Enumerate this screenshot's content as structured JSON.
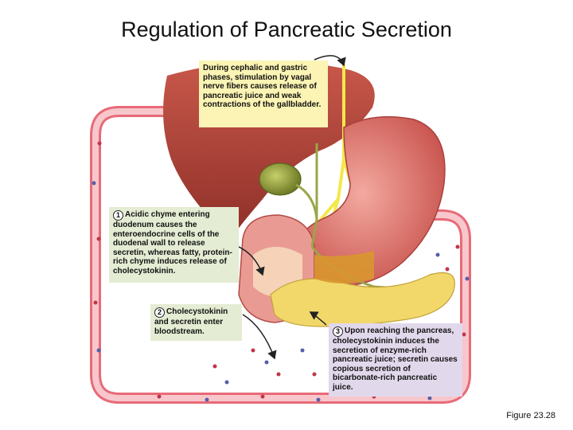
{
  "title": "Regulation of Pancreatic Secretion",
  "boxes": {
    "cephalic": "During cephalic and gastric phases, stimulation by vagal nerve fibers causes release of pancreatic juice and weak contractions of the gallbladder.",
    "step1": {
      "number": "1",
      "text": "Acidic chyme entering duodenum causes the enteroendocrine cells of the duodenal wall to release secretin, whereas fatty, protein-rich chyme induces release of cholecystokinin."
    },
    "step2": {
      "number": "2",
      "text": "Cholecystokinin and secretin enter bloodstream."
    },
    "step3": {
      "number": "3",
      "text": "Upon reaching the pancreas, cholecystokinin induces the secretion of enzyme-rich pancreatic juice; secretin causes copious secretion of bicarbonate-rich pancreatic juice."
    }
  },
  "figure_label": "Figure 23.28",
  "colors": {
    "liver": "#b4453a",
    "stomach": "#e07a7a",
    "gallbladder": "#8a9a3a",
    "pancreas": "#f2d86a",
    "vessel": "#e86a78",
    "nerve": "#f4e74a",
    "duct": "#9aa64a"
  }
}
